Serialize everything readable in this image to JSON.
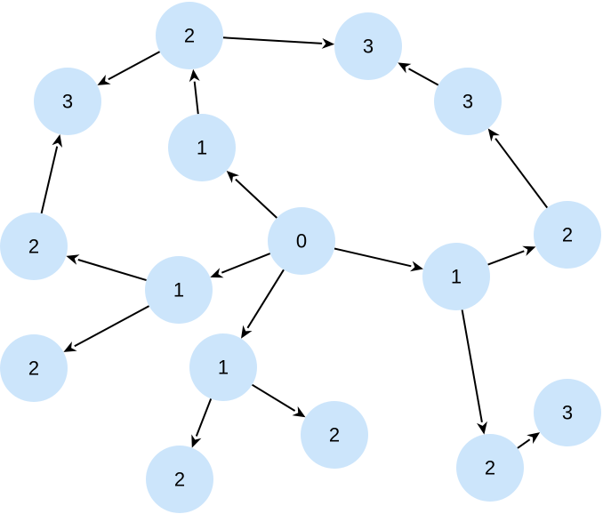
{
  "graph": {
    "nodes": [
      {
        "id": "n-top-2",
        "label": "2"
      },
      {
        "id": "n-top-3",
        "label": "3"
      },
      {
        "id": "n-left-3",
        "label": "3"
      },
      {
        "id": "n-right-3-upper",
        "label": "3"
      },
      {
        "id": "n-upper-1",
        "label": "1"
      },
      {
        "id": "n-root-0",
        "label": "0"
      },
      {
        "id": "n-left-2-upper",
        "label": "2"
      },
      {
        "id": "n-right-2",
        "label": "2"
      },
      {
        "id": "n-left-1",
        "label": "1"
      },
      {
        "id": "n-right-1",
        "label": "1"
      },
      {
        "id": "n-left-2-lower",
        "label": "2"
      },
      {
        "id": "n-mid-1",
        "label": "1"
      },
      {
        "id": "n-bottom-right-3",
        "label": "3"
      },
      {
        "id": "n-mid-right-2",
        "label": "2"
      },
      {
        "id": "n-bottom-right-2",
        "label": "2"
      },
      {
        "id": "n-bottom-2",
        "label": "2"
      }
    ],
    "edges": [
      {
        "from": "n-root-0",
        "to": "n-upper-1"
      },
      {
        "from": "n-root-0",
        "to": "n-left-1"
      },
      {
        "from": "n-root-0",
        "to": "n-mid-1"
      },
      {
        "from": "n-root-0",
        "to": "n-right-1"
      },
      {
        "from": "n-upper-1",
        "to": "n-top-2"
      },
      {
        "from": "n-top-2",
        "to": "n-left-3"
      },
      {
        "from": "n-top-2",
        "to": "n-top-3"
      },
      {
        "from": "n-left-1",
        "to": "n-left-2-upper"
      },
      {
        "from": "n-left-1",
        "to": "n-left-2-lower"
      },
      {
        "from": "n-left-2-upper",
        "to": "n-left-3"
      },
      {
        "from": "n-mid-1",
        "to": "n-bottom-2"
      },
      {
        "from": "n-mid-1",
        "to": "n-mid-right-2"
      },
      {
        "from": "n-right-1",
        "to": "n-right-2"
      },
      {
        "from": "n-right-1",
        "to": "n-bottom-right-2"
      },
      {
        "from": "n-right-2",
        "to": "n-right-3-upper"
      },
      {
        "from": "n-right-3-upper",
        "to": "n-top-3"
      },
      {
        "from": "n-bottom-right-2",
        "to": "n-bottom-right-3"
      }
    ]
  },
  "colors": {
    "node_fill": "#cce5fb",
    "edge": "#000000",
    "label": "#000000"
  }
}
